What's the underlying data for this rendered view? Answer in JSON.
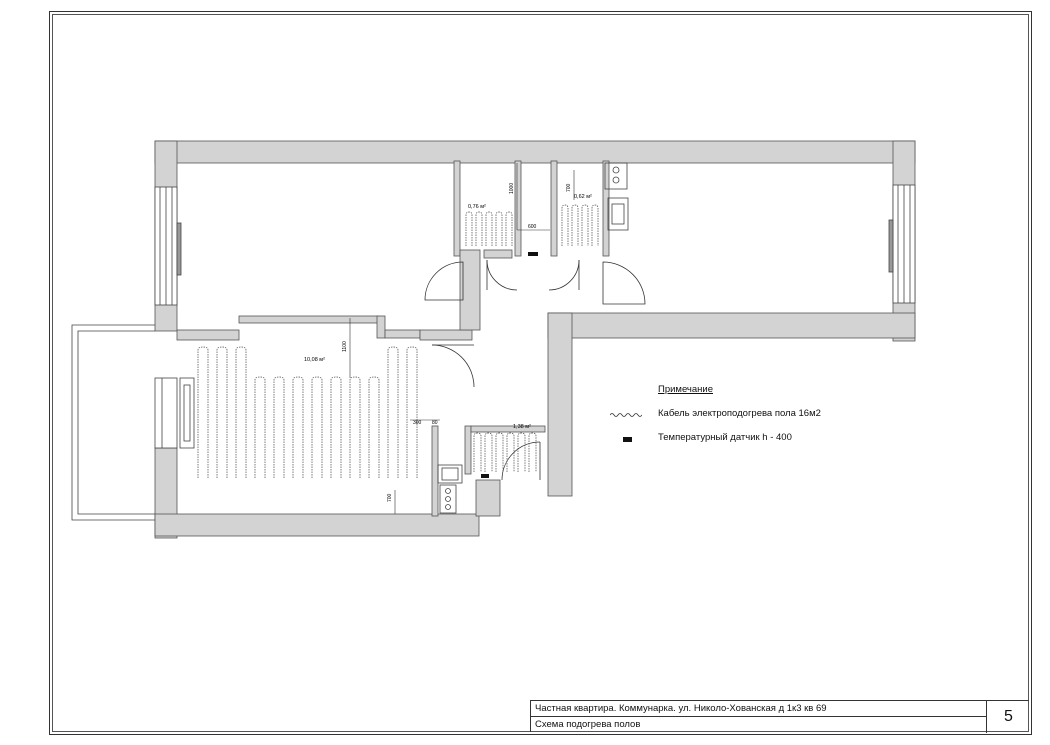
{
  "title_block": {
    "project": "Частная квартира. Коммунарка. ул. Николо-Хованская д 1к3 кв 69",
    "sheet_title": "Схема подогрева полов",
    "page_number": "5"
  },
  "legend": {
    "heading": "Примечание",
    "items": [
      {
        "label": "Кабель электроподогрева пола 16м2",
        "icon": "wavy-cable-icon"
      },
      {
        "label": "Температурный датчик h - 400",
        "icon": "sensor-icon"
      }
    ]
  },
  "rooms": {
    "living_area": "10,08 м²",
    "bath_small_1": "0,76 м²",
    "bath_small_2": "0,62 м²",
    "kitchen_zone": "1,38 м²"
  },
  "dimensions": {
    "d1100": "1100",
    "d1000": "1000",
    "d700a": "700",
    "d600": "600",
    "d300": "300",
    "d80": "80",
    "d700b": "700"
  },
  "colors": {
    "wall_fill": "#d3d3d3",
    "line": "#333333"
  }
}
